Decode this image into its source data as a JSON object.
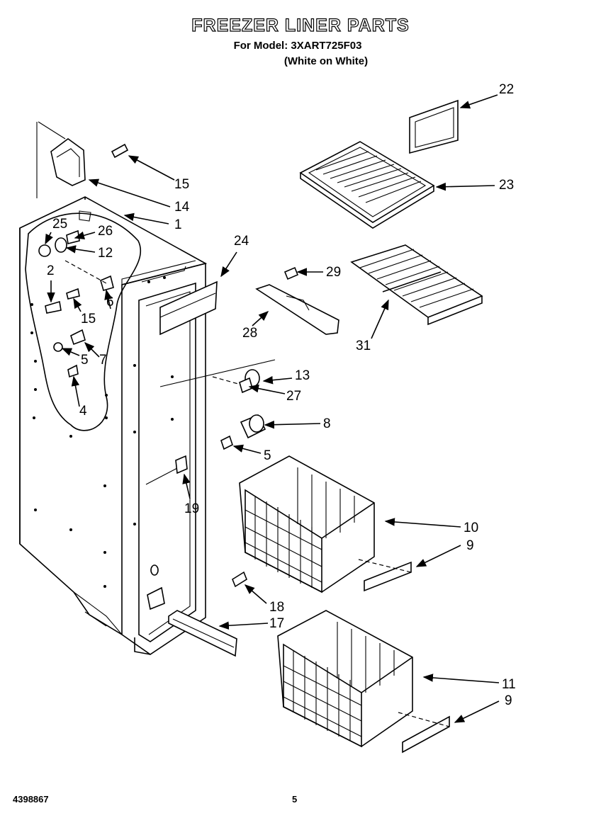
{
  "header": {
    "title": "FREEZER LINER PARTS",
    "model": "For Model: 3XART725F03",
    "subtitle": "(White on White)"
  },
  "footer": {
    "doc_number": "4398867",
    "page_number": "5"
  },
  "callouts": [
    {
      "id": "c22",
      "label": "22"
    },
    {
      "id": "c23",
      "label": "23"
    },
    {
      "id": "c15a",
      "label": "15"
    },
    {
      "id": "c14",
      "label": "14"
    },
    {
      "id": "c1",
      "label": "1"
    },
    {
      "id": "c25",
      "label": "25"
    },
    {
      "id": "c26",
      "label": "26"
    },
    {
      "id": "c12",
      "label": "12"
    },
    {
      "id": "c24",
      "label": "24"
    },
    {
      "id": "c2",
      "label": "2"
    },
    {
      "id": "c29",
      "label": "29"
    },
    {
      "id": "c15b",
      "label": "15"
    },
    {
      "id": "c6",
      "label": "6"
    },
    {
      "id": "c28",
      "label": "28"
    },
    {
      "id": "c31",
      "label": "31"
    },
    {
      "id": "c5a",
      "label": "5"
    },
    {
      "id": "c7",
      "label": "7"
    },
    {
      "id": "c13",
      "label": "13"
    },
    {
      "id": "c27",
      "label": "27"
    },
    {
      "id": "c4",
      "label": "4"
    },
    {
      "id": "c8",
      "label": "8"
    },
    {
      "id": "c5b",
      "label": "5"
    },
    {
      "id": "c19",
      "label": "19"
    },
    {
      "id": "c10",
      "label": "10"
    },
    {
      "id": "c9a",
      "label": "9"
    },
    {
      "id": "c18",
      "label": "18"
    },
    {
      "id": "c17",
      "label": "17"
    },
    {
      "id": "c11",
      "label": "11"
    },
    {
      "id": "c9b",
      "label": "9"
    }
  ]
}
